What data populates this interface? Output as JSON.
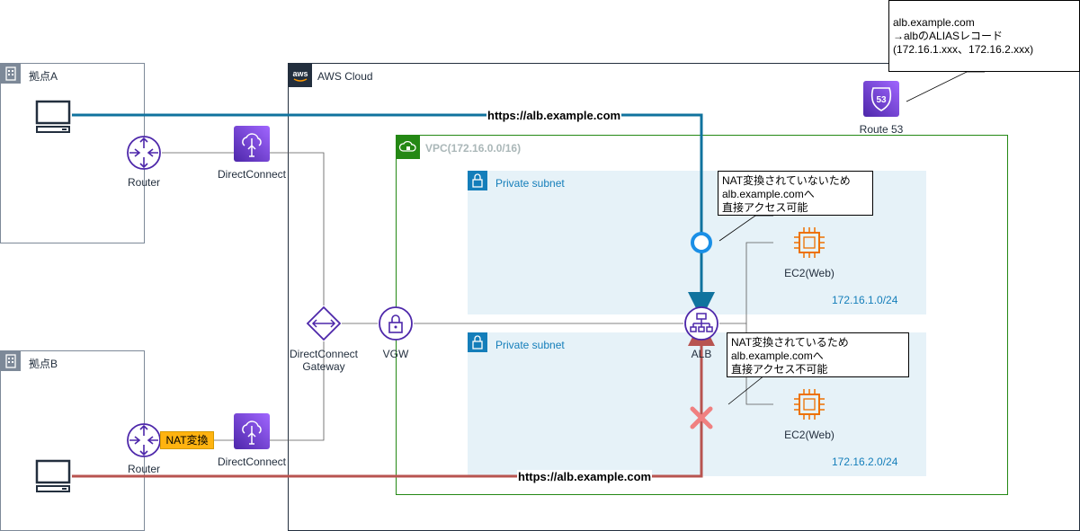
{
  "site_a": {
    "title": "拠点A"
  },
  "site_b": {
    "title": "拠点B"
  },
  "router_a": {
    "label": "Router"
  },
  "router_b": {
    "label": "Router"
  },
  "dc_a": {
    "label": "DirectConnect"
  },
  "dc_b": {
    "label": "DirectConnect"
  },
  "nat_badge": {
    "label": "NAT変換"
  },
  "aws_cloud": {
    "title": "AWS Cloud"
  },
  "dc_gateway": {
    "label_line1": "DirectConnect",
    "label_line2": "Gateway"
  },
  "vgw": {
    "label": "VGW"
  },
  "vpc": {
    "title": "VPC(172.16.0.0/16)"
  },
  "subnet1": {
    "title": "Private subnet",
    "cidr": "172.16.1.0/24"
  },
  "subnet2": {
    "title": "Private subnet",
    "cidr": "172.16.2.0/24"
  },
  "ec2_1": {
    "label": "EC2(Web)"
  },
  "ec2_2": {
    "label": "EC2(Web)"
  },
  "alb": {
    "label": "ALB"
  },
  "route53": {
    "label": "Route 53",
    "badge": "53"
  },
  "route53_callout": {
    "line1": "alb.example.com",
    "line2": "→albのALIASレコード",
    "line3": "(172.16.1.xxx、172.16.2.xxx)"
  },
  "callout_ok": {
    "line1": "NAT変換されていないため",
    "line2": "alb.example.comへ",
    "line3": "直接アクセス可能"
  },
  "callout_ng": {
    "line1": "NAT変換されているため",
    "line2": "alb.example.comへ",
    "line3": "直接アクセス不可能"
  },
  "url_top": {
    "label": "https://alb.example.com"
  },
  "url_bottom": {
    "label": "https://alb.example.com"
  },
  "colors": {
    "blue_path": "#10739e",
    "red_path": "#b85450",
    "nat": "#ffb310",
    "vpc": "#248814",
    "subnet_bg": "#e6f2f8"
  }
}
